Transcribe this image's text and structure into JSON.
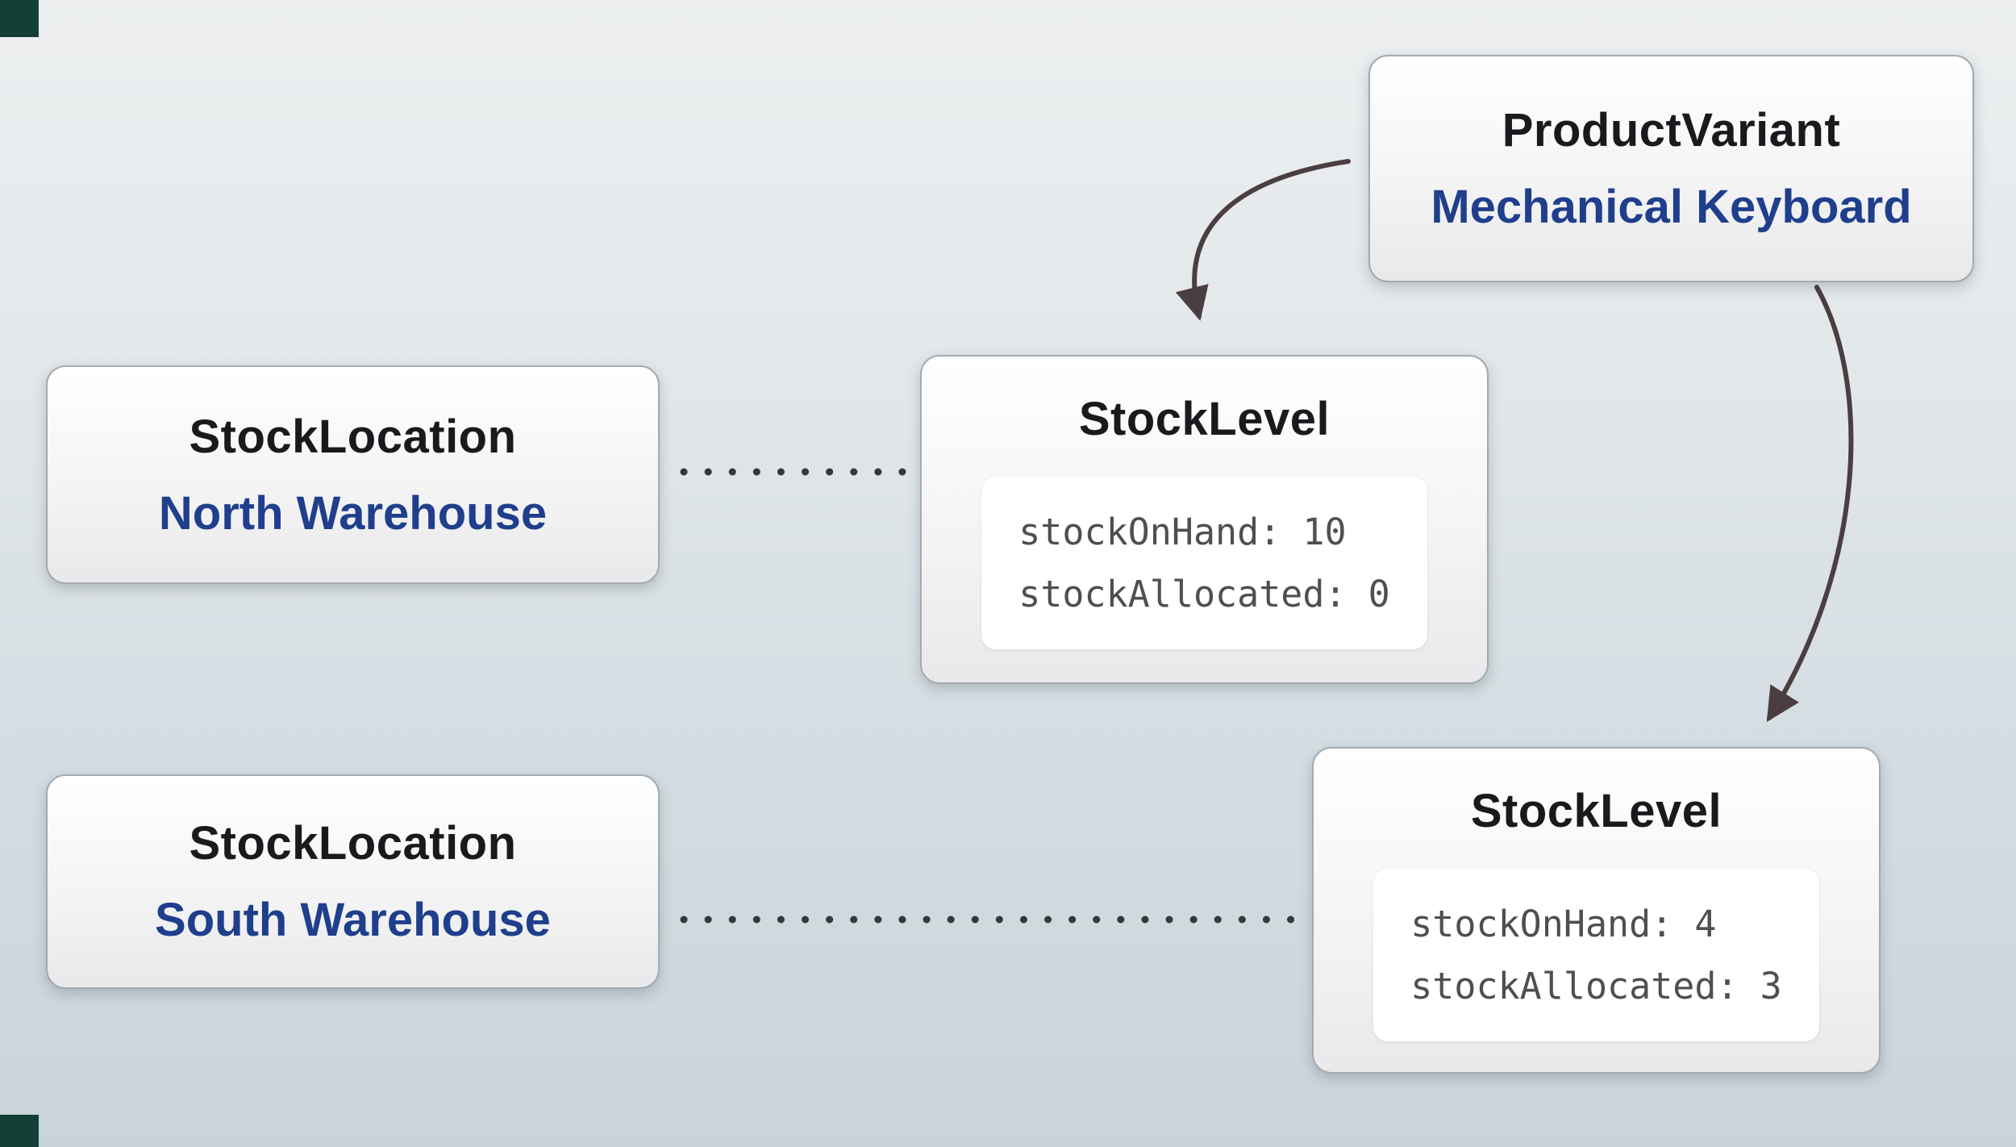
{
  "diagram": {
    "description_colors": {
      "background_top": "#edeff0",
      "background_bottom": "#c9d4da",
      "node_border": "#a3aab0",
      "title_text": "#1a1a1e",
      "subtitle_text": "#1f3f8c",
      "code_text": "#4f4f53",
      "arrow": "#4a3e40",
      "dotted_line": "#35383a",
      "corner_accent": "#133f37"
    }
  },
  "nodes": {
    "product_variant": {
      "title": "ProductVariant",
      "subtitle": "Mechanical Keyboard"
    },
    "stock_location_north": {
      "title": "StockLocation",
      "subtitle": "North Warehouse"
    },
    "stock_location_south": {
      "title": "StockLocation",
      "subtitle": "South Warehouse"
    },
    "stock_level_north": {
      "title": "StockLevel",
      "fields": [
        "stockOnHand: 10",
        "stockAllocated: 0"
      ]
    },
    "stock_level_south": {
      "title": "StockLevel",
      "fields": [
        "stockOnHand: 4",
        "stockAllocated: 3"
      ]
    }
  },
  "edges": [
    {
      "from": "ProductVariant",
      "to": "StockLevel (north)",
      "type": "arrow"
    },
    {
      "from": "ProductVariant",
      "to": "StockLevel (south)",
      "type": "arrow"
    },
    {
      "from": "StockLocation North Warehouse",
      "to": "StockLevel (north)",
      "type": "dotted"
    },
    {
      "from": "StockLocation South Warehouse",
      "to": "StockLevel (south)",
      "type": "dotted"
    }
  ]
}
